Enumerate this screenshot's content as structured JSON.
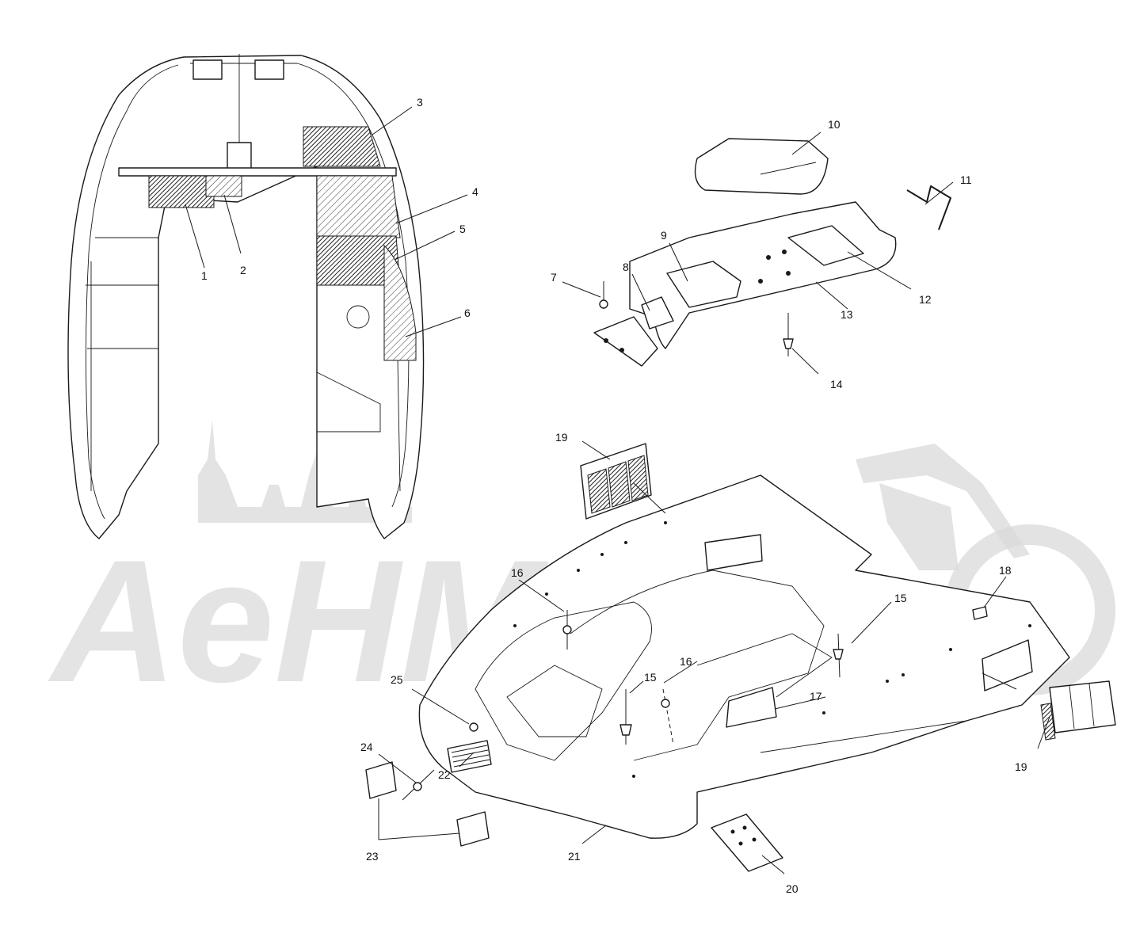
{
  "diagram": {
    "watermark_text": "AeHMoto",
    "callouts": [
      {
        "id": "1",
        "label": "1"
      },
      {
        "id": "2",
        "label": "2"
      },
      {
        "id": "3",
        "label": "3"
      },
      {
        "id": "4",
        "label": "4"
      },
      {
        "id": "5",
        "label": "5"
      },
      {
        "id": "6",
        "label": "6"
      },
      {
        "id": "7",
        "label": "7"
      },
      {
        "id": "8",
        "label": "8"
      },
      {
        "id": "9",
        "label": "9"
      },
      {
        "id": "10",
        "label": "10"
      },
      {
        "id": "11",
        "label": "11"
      },
      {
        "id": "12",
        "label": "12"
      },
      {
        "id": "13",
        "label": "13"
      },
      {
        "id": "14",
        "label": "14"
      },
      {
        "id": "15a",
        "label": "15"
      },
      {
        "id": "15b",
        "label": "15"
      },
      {
        "id": "16a",
        "label": "16"
      },
      {
        "id": "16b",
        "label": "16"
      },
      {
        "id": "17",
        "label": "17"
      },
      {
        "id": "18",
        "label": "18"
      },
      {
        "id": "19a",
        "label": "19"
      },
      {
        "id": "19b",
        "label": "19"
      },
      {
        "id": "20",
        "label": "20"
      },
      {
        "id": "21",
        "label": "21"
      },
      {
        "id": "22",
        "label": "22"
      },
      {
        "id": "23",
        "label": "23"
      },
      {
        "id": "24",
        "label": "24"
      },
      {
        "id": "25",
        "label": "25"
      }
    ]
  }
}
